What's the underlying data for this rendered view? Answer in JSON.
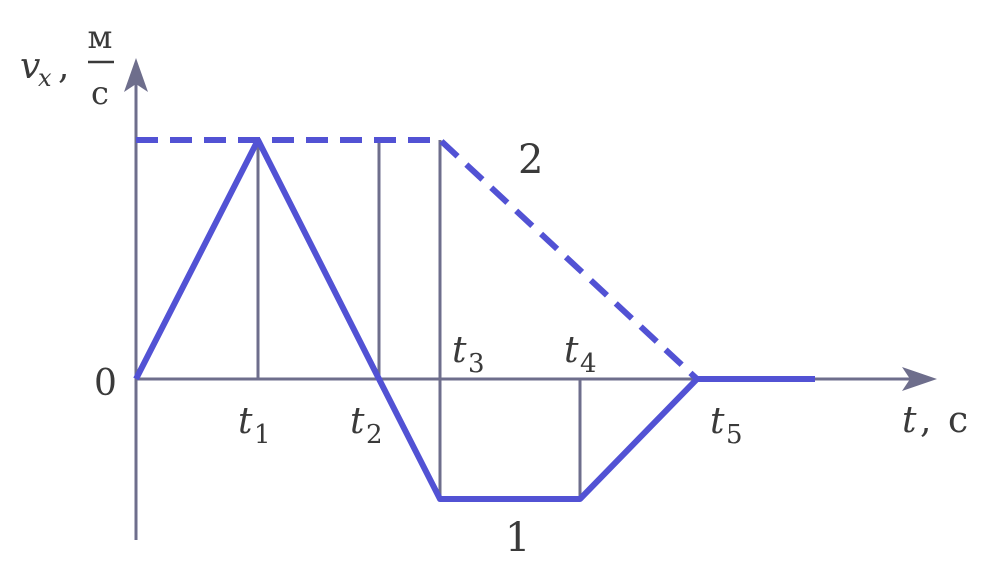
{
  "colors": {
    "axis": "#6e6e8c",
    "graph": "#5252d4",
    "text": "#3a3a3a"
  },
  "labels": {
    "y_axis": {
      "var": "v",
      "sub": "x",
      "sep": ",",
      "unit_num": "м",
      "unit_den": "с"
    },
    "x_axis": {
      "var": "t",
      "sep": ",",
      "unit": "с"
    },
    "origin": "0",
    "times": [
      {
        "var": "t",
        "sub": "1"
      },
      {
        "var": "t",
        "sub": "2"
      },
      {
        "var": "t",
        "sub": "3"
      },
      {
        "var": "t",
        "sub": "4"
      },
      {
        "var": "t",
        "sub": "5"
      }
    ],
    "graph1": "1",
    "graph2": "2"
  },
  "graphs": [
    {
      "id": "1",
      "style": "solid",
      "points": [
        [
          "0",
          "0"
        ],
        [
          "t1",
          "vmax"
        ],
        [
          "t2",
          "0"
        ],
        [
          "t3",
          "vmin"
        ],
        [
          "t4",
          "vmin"
        ],
        [
          "t5",
          "0"
        ],
        [
          "end",
          "0"
        ]
      ]
    },
    {
      "id": "2",
      "style": "dashed",
      "points": [
        [
          "0",
          "vmax"
        ],
        [
          "t3",
          "vmax"
        ],
        [
          "t5",
          "0"
        ]
      ]
    }
  ]
}
